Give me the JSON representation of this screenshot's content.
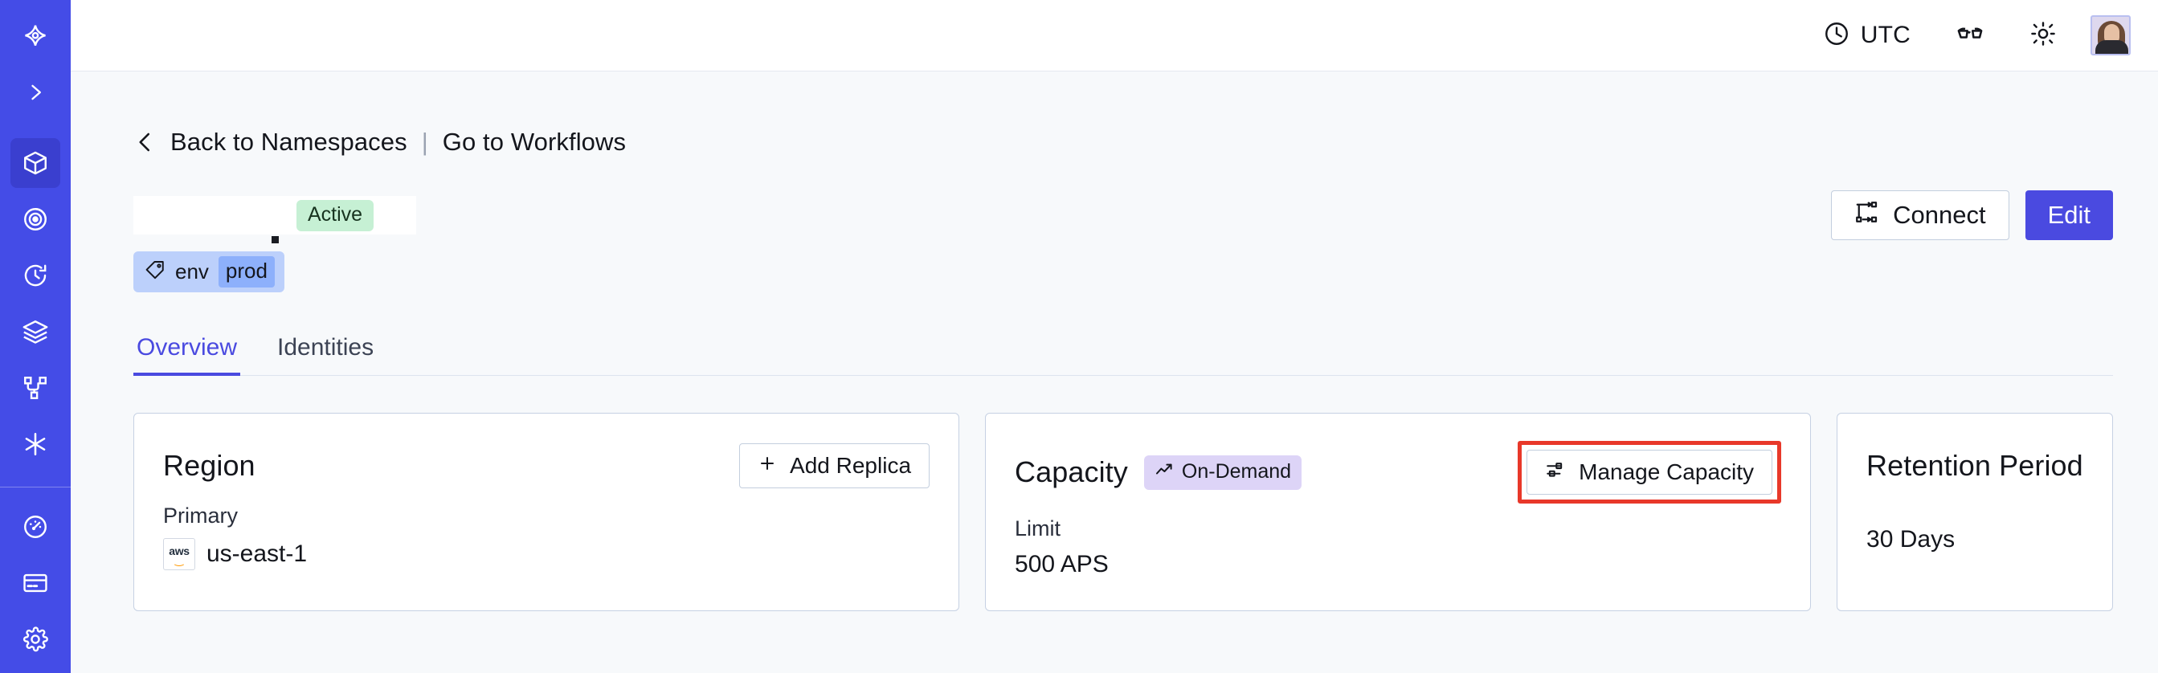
{
  "sidebar": {
    "logo": {
      "name": "temporal-logo",
      "label": "Temporal"
    },
    "expand": {
      "label": "Expand navigation",
      "icon": "chevron-right-icon"
    },
    "items": [
      {
        "id": "namespaces",
        "icon": "cube-icon",
        "label": "Namespaces",
        "active": true
      },
      {
        "id": "observability",
        "icon": "eye-target-icon",
        "label": "Observability",
        "active": false
      },
      {
        "id": "history",
        "icon": "clock-history-icon",
        "label": "History",
        "active": false
      },
      {
        "id": "layers",
        "icon": "layers-icon",
        "label": "Layers",
        "active": false
      },
      {
        "id": "workflows",
        "icon": "git-branch-icon",
        "label": "Workflows",
        "active": false
      },
      {
        "id": "nexus",
        "icon": "asterisk-icon",
        "label": "Nexus",
        "active": false
      }
    ],
    "items_bottom": [
      {
        "id": "usage",
        "icon": "gauge-icon",
        "label": "Usage",
        "active": false
      },
      {
        "id": "billing",
        "icon": "credit-card-icon",
        "label": "Billing",
        "active": false
      },
      {
        "id": "settings",
        "icon": "gear-icon",
        "label": "Settings",
        "active": false
      }
    ]
  },
  "topbar": {
    "timezone": {
      "icon": "clock-icon",
      "label": "UTC"
    },
    "docs": {
      "icon": "glasses-icon",
      "label": "Docs"
    },
    "theme": {
      "icon": "sun-icon",
      "label": "Theme"
    },
    "avatar": {
      "icon": "avatar",
      "label": "User account"
    }
  },
  "breadcrumb": {
    "back_icon": "chevron-left-icon",
    "back_label": "Back to Namespaces",
    "divider": "|",
    "forward_label": "Go to Workflows"
  },
  "header": {
    "namespace_name": "",
    "status_badge": "Active",
    "connect_label": "Connect",
    "connect_icon": "connect-flow-icon",
    "edit_label": "Edit",
    "tag": {
      "icon": "tag-icon",
      "key": "env",
      "value": "prod"
    }
  },
  "tabs": [
    {
      "id": "overview",
      "label": "Overview",
      "active": true
    },
    {
      "id": "identities",
      "label": "Identities",
      "active": false
    }
  ],
  "cards": {
    "region": {
      "title": "Region",
      "action_label": "Add Replica",
      "action_icon": "plus-icon",
      "sub_label": "Primary",
      "provider_icon": "aws-logo",
      "provider_text": "aws",
      "value": "us-east-1"
    },
    "capacity": {
      "title": "Capacity",
      "badge_label": "On-Demand",
      "badge_icon": "trending-up-icon",
      "action_label": "Manage Capacity",
      "action_icon": "sliders-icon",
      "action_highlighted": true,
      "sub_label": "Limit",
      "value": "500 APS"
    },
    "retention": {
      "title": "Retention Period",
      "value": "30 Days"
    }
  },
  "colors": {
    "sidebar_bg": "#444ce7",
    "sidebar_active": "#3a3fcf",
    "accent": "#4a4ae0",
    "page_bg": "#f7f9fb",
    "card_border": "#c6d1e3",
    "badge_active_bg": "#c6f0d4",
    "badge_ondemand_bg": "#ddd4f7",
    "tag_bg": "#bcd0fb",
    "tag_value_bg": "#8db0fb",
    "highlight_red": "#e8382a"
  }
}
